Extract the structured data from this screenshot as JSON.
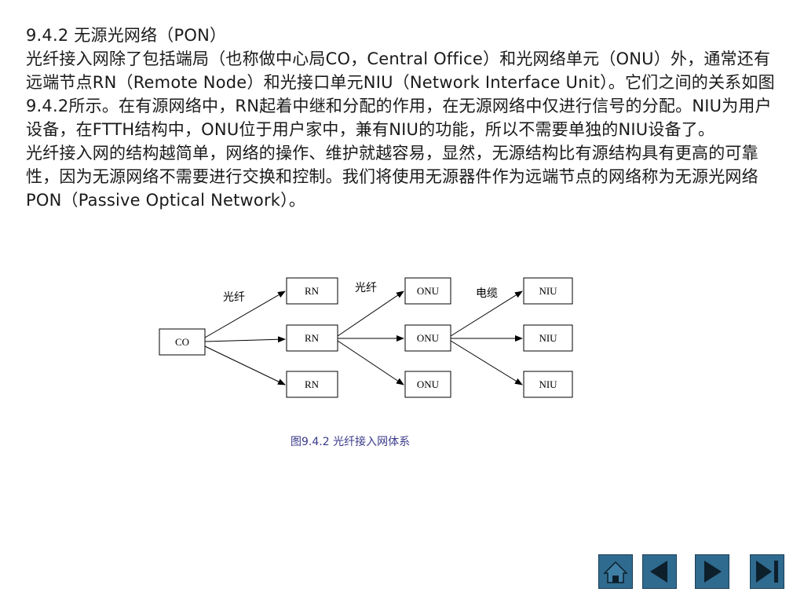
{
  "heading": "9.4.2  无源光网络（PON）",
  "paragraphs": [
    "光纤接入网除了包括端局（也称做中心局CO，Central Office）和光网络单元（ONU）外，通常还有远端节点RN（Remote Node）和光接口单元NIU（Network Interface Unit）。它们之间的关系如图9.4.2所示。在有源网络中，RN起着中继和分配的作用，在无源网络中仅进行信号的分配。NIU为用户设备，在FTTH结构中，ONU位于用户家中，兼有NIU的功能，所以不需要单独的NIU设备了。",
    "光纤接入网的结构越简单，网络的操作、维护就越容易，显然，无源结构比有源结构具有更高的可靠性，因为无源网络不需要进行交换和控制。我们将使用无源器件作为远端节点的网络称为无源光网络PON（Passive Optical Network）。"
  ],
  "diagram": {
    "co_label": "CO",
    "rn_label": "RN",
    "onu_label": "ONU",
    "niu_label": "NIU",
    "fiber_label_1": "光纤",
    "fiber_label_2": "光纤",
    "cable_label": "电缆"
  },
  "caption": "图9.4.2  光纤接入网体系",
  "nav": {
    "button_color": "#2f6a8f",
    "icons": [
      "home-icon",
      "previous-icon",
      "next-icon",
      "last-icon"
    ]
  }
}
